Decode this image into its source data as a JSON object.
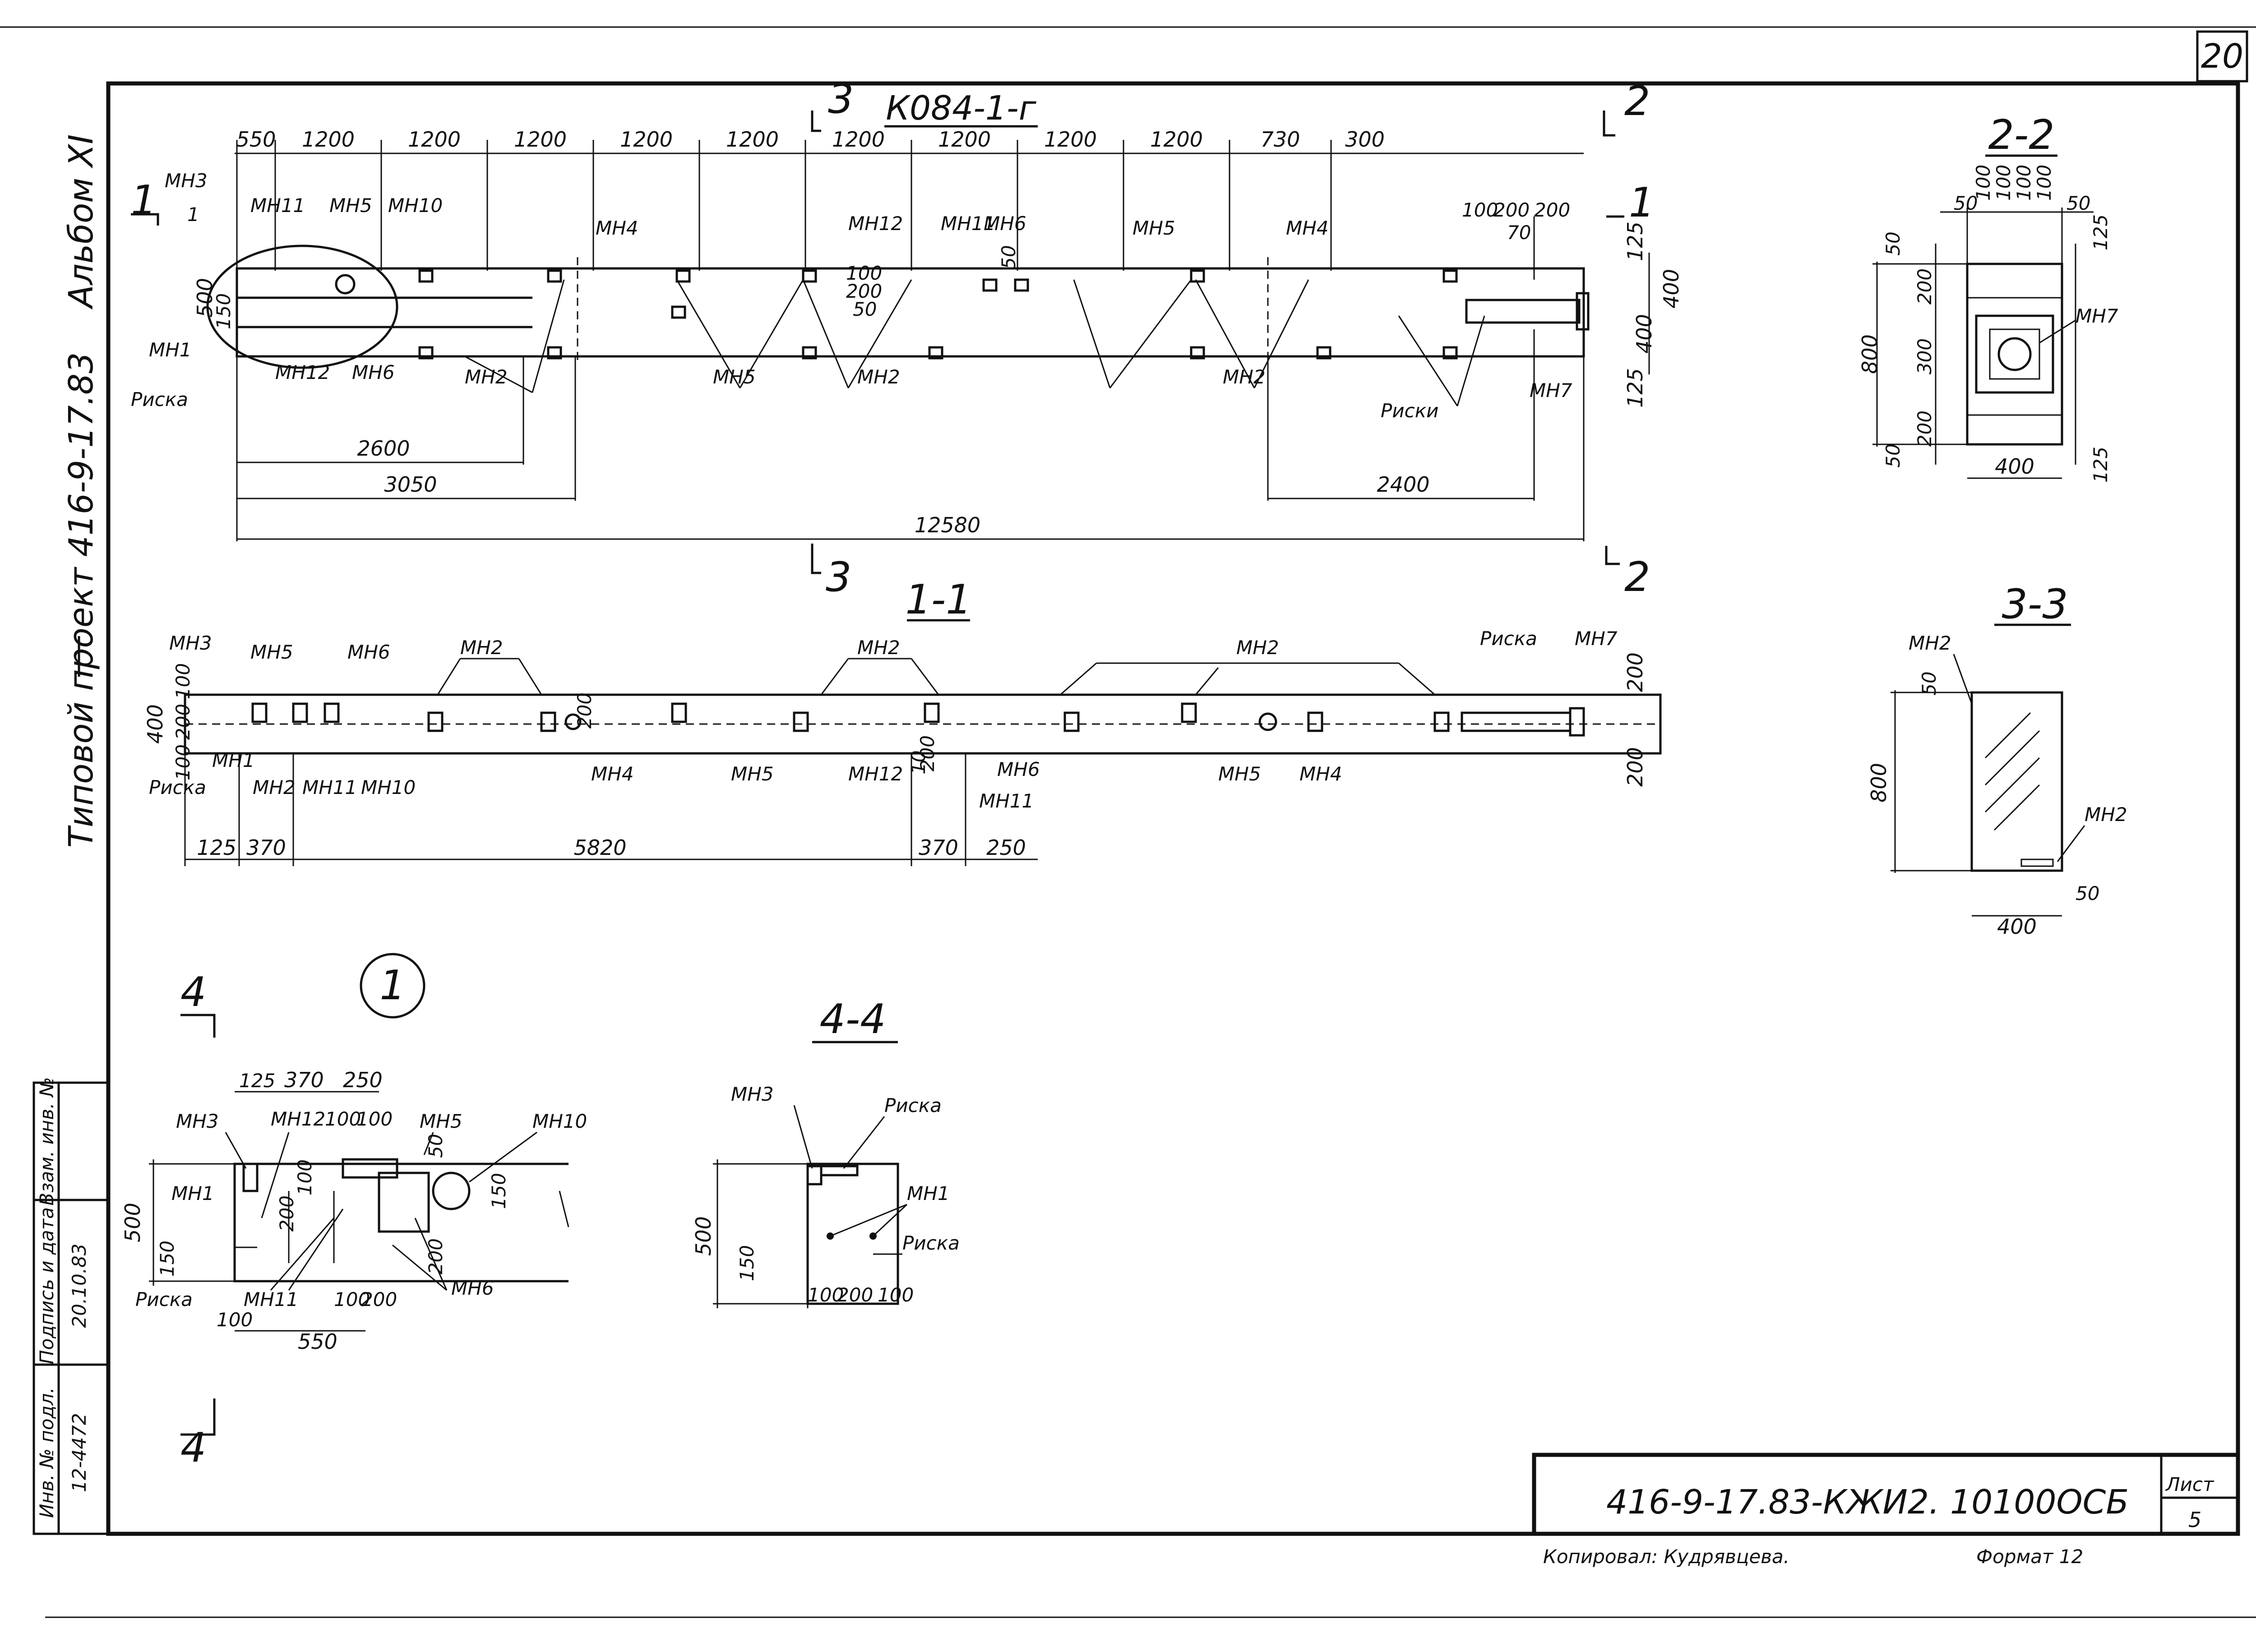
{
  "sheet_number": "20",
  "side_titles": {
    "album": "Альбом XI",
    "project": "Типовой проект 416-9-17.83"
  },
  "main_view": {
    "title": "К084-1-г",
    "top_dims": [
      "550",
      "1200",
      "1200",
      "1200",
      "1200",
      "1200",
      "1200",
      "1200",
      "1200",
      "1200",
      "730",
      "300"
    ],
    "bottom_dims": {
      "d2600": "2600",
      "d3050": "3050",
      "d2400": "2400",
      "d12580": "12580"
    },
    "right_dims": [
      "125",
      "400",
      "400",
      "125"
    ],
    "small_dims": {
      "d100": "100",
      "d200": "200",
      "d50": "50",
      "d500": "500",
      "d150": "150",
      "d100b": "100",
      "d200b": "200",
      "d200c": "200",
      "d70": "70",
      "d50b": "50"
    },
    "callouts": {
      "mn3": "МН3",
      "mn11": "МН11",
      "mn5a": "МН5",
      "mn10": "МН10",
      "mn4a": "МН4",
      "mn12": "МН12",
      "mn11b": "МН11",
      "mn6": "МН6",
      "mn5b": "МН5",
      "mn4b": "МН4",
      "mn1": "МН1",
      "mn12b": "МН12",
      "mn6b": "МН6",
      "mn2a": "МН2",
      "mn5c": "МН5",
      "mn2b": "МН2",
      "mn2c": "МН2",
      "mn7": "МН7",
      "riska": "Риска",
      "riski": "Риски",
      "circle1": "1"
    },
    "section_marks": {
      "s1": "1",
      "s2": "2",
      "s3": "3",
      "s1b": "1",
      "s2b": "2",
      "s3b": "3"
    }
  },
  "section_1_1": {
    "title": "1-1",
    "dims": {
      "d125": "125",
      "d370": "370",
      "d5820": "5820",
      "d370b": "370",
      "d250": "250",
      "d400": "400",
      "d100a": "100",
      "d200a": "200",
      "d100b": "100",
      "d200r1": "200",
      "d200r2": "200",
      "d200m": "200",
      "d10": "10",
      "d200s": "200"
    },
    "callouts": {
      "mn3": "МН3",
      "mn5": "МН5",
      "mn6": "МН6",
      "mn2a": "МН2",
      "mn2b": "МН2",
      "mn2c": "МН2",
      "riska": "Риска",
      "mn7": "МН7",
      "mn1": "МН1",
      "riska2": "Риска",
      "mn2d": "МН2",
      "mn11": "МН11",
      "mn10": "МН10",
      "mn4a": "МН4",
      "mn5b": "МН5",
      "mn12": "МН12",
      "mn6b": "МН6",
      "mn11b": "МН11",
      "mn5c": "МН5",
      "mn4b": "МН4"
    }
  },
  "section_2_2": {
    "title": "2-2",
    "top_dims": [
      "50",
      "100",
      "100",
      "100",
      "100",
      "50"
    ],
    "left_dims": [
      "50",
      "200",
      "300",
      "200",
      "50"
    ],
    "total_height": "800",
    "width": "400",
    "right_dims": [
      "125",
      "125"
    ],
    "callout": "МН7"
  },
  "section_3_3": {
    "title": "3-3",
    "height": "800",
    "width": "400",
    "d50a": "50",
    "d50b": "50",
    "callout_top": "МН2",
    "callout_bottom": "МН2"
  },
  "node_1": {
    "marker": "1",
    "section_mark_top": "4",
    "section_mark_bottom": "4",
    "top_dims": [
      "125",
      "370",
      "250"
    ],
    "dims2": [
      "100",
      "100"
    ],
    "left_dims": [
      "500",
      "150"
    ],
    "inner_dims": [
      "200",
      "100",
      "150",
      "200",
      "50"
    ],
    "bottom_dims": [
      "100",
      "200",
      "100",
      "550"
    ],
    "callouts": {
      "mn3": "МН3",
      "mn12": "МН12",
      "mn5": "МН5",
      "mn10": "МН10",
      "mn1": "МН1",
      "riska": "Риска",
      "mn11": "МН11",
      "mn6": "МН6"
    }
  },
  "section_4_4": {
    "title": "4-4",
    "height": "500",
    "d150": "150",
    "bottom_dims": [
      "100",
      "200",
      "100"
    ],
    "callouts": {
      "mn3": "МН3",
      "riska1": "Риска",
      "mn1": "МН1",
      "riska2": "Риска"
    }
  },
  "stamp": {
    "code": "416-9-17.83-КЖИ2. 10100ОСБ",
    "sheet_label": "Лист",
    "sheet_num": "5",
    "copied_by": "Копировал: Кудрявцева.",
    "format": "Формат 12"
  },
  "side_stamp": {
    "col1": "Инв. № подл.",
    "col1_val": "12-4472",
    "col2": "Подпись и дата",
    "col2_val": "20.10.83",
    "col3": "Взам. инв. №"
  }
}
